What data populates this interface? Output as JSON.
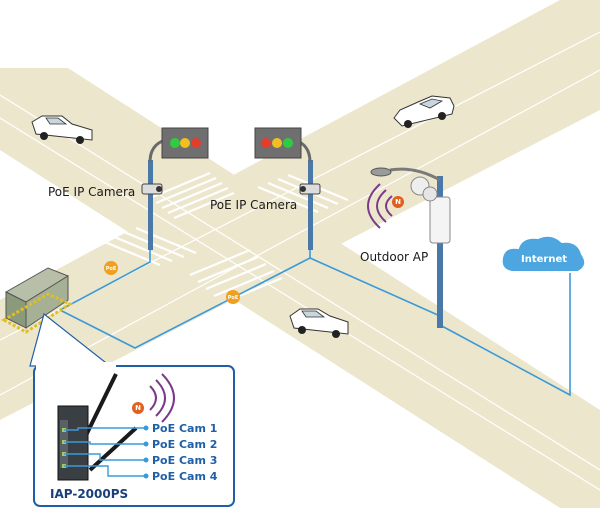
{
  "labels": {
    "camera_left": "PoE IP Camera",
    "camera_right": "PoE IP Camera",
    "outdoor_ap": "Outdoor AP",
    "internet": "Internet",
    "device": "IAP-2000PS",
    "poe_badge": "PoE",
    "wireless_badge": "N"
  },
  "ports": [
    "PoE Cam 1",
    "PoE Cam 2",
    "PoE Cam 3",
    "PoE Cam 4"
  ],
  "colors": {
    "road": "#ece6cc",
    "crosswalk": "#ffffff",
    "cable": "#3a9ad9",
    "poe_badge": "#f0a020",
    "wifi": "#7a3a8a",
    "inset_border": "#1f5fa8"
  }
}
